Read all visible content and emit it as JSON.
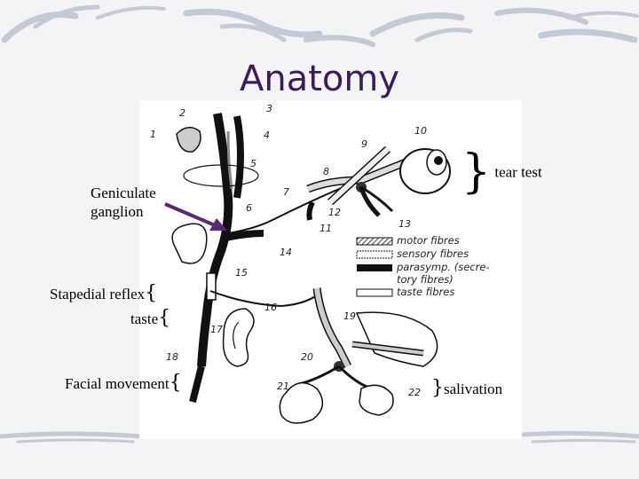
{
  "slide": {
    "title": "Anatomy",
    "accent_color": "#3a1c5c",
    "arrow_color": "#5a2878"
  },
  "labels": {
    "geniculate": [
      "Geniculate",
      "ganglion"
    ],
    "tear_test": "tear test",
    "stapedial": "Stapedial reflex",
    "taste": "taste",
    "facial_movement": "Facial movement",
    "salivation": "salivation"
  },
  "diagram": {
    "numbers": [
      "1",
      "2",
      "3",
      "4",
      "5",
      "6",
      "7",
      "8",
      "9",
      "10",
      "11",
      "12",
      "13",
      "14",
      "15",
      "16",
      "17",
      "18",
      "19",
      "20",
      "21",
      "22"
    ],
    "legend": [
      "motor fibres",
      "sensory fibres",
      "parasymp. (secre-",
      "tory fibres)",
      "taste fibres"
    ],
    "legend_icons": [
      "hatched-bar-icon",
      "dotted-bar-icon",
      "black-bar-icon",
      "white-bar-icon"
    ]
  }
}
